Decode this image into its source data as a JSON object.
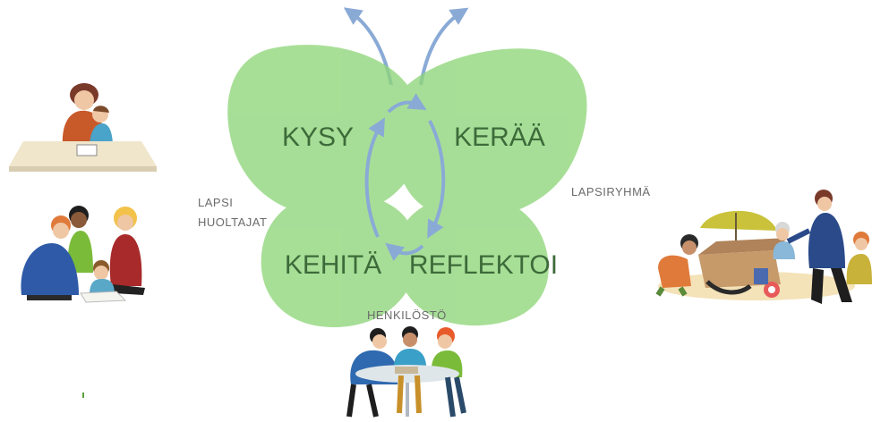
{
  "petals": {
    "top_left": "KYSY",
    "top_right": "KERÄÄ",
    "bottom_left": "KEHITÄ",
    "bottom_right": "REFLEKTOI"
  },
  "side_labels": {
    "left_line1": "LAPSI",
    "left_line2": "HUOLTAJAT",
    "right": "LAPSIRYHMÄ",
    "bottom": "HENKILÖSTÖ"
  },
  "colors": {
    "petal": "#8fd67a",
    "petal_overlap": "#6fbf5a",
    "arrow": "#8aaad6",
    "label": "#3d6b3a"
  },
  "illustrations": [
    "parent-child-reading-at-table",
    "family-group-reading-on-floor",
    "children-playing-with-boxes-and-umbrella",
    "staff-meeting-at-round-table"
  ]
}
